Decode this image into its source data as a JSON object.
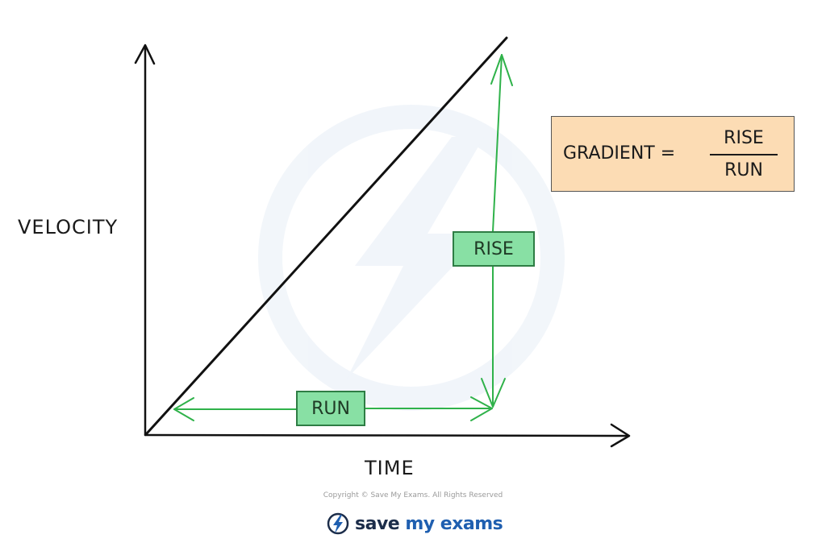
{
  "diagram": {
    "y_axis_label": "VELOCITY",
    "x_axis_label": "TIME",
    "rise_label": "RISE",
    "run_label": "RUN",
    "formula": {
      "lhs": "GRADIENT =",
      "numerator": "RISE",
      "denominator": "RUN"
    }
  },
  "footer": {
    "copyright": "Copyright © Save My Exams. All Rights Reserved",
    "logo_text_part1": "save ",
    "logo_text_part2": "my exams"
  },
  "colors": {
    "arrow_green": "#2fb24a",
    "box_green": "#88e0a4",
    "formula_bg": "#fcdcb4",
    "line_black": "#111111"
  },
  "icons": {
    "logo": "lightning-bolt-circle-icon"
  }
}
